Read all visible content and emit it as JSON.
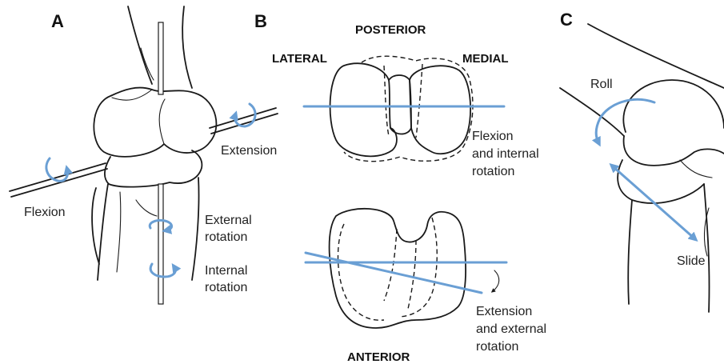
{
  "colors": {
    "accent_blue": "#6a9fd4",
    "ink": "#1a1a1a"
  },
  "panels": {
    "a": {
      "letter": "A",
      "labels": {
        "extension": "Extension",
        "flexion": "Flexion",
        "external_rotation_1": "External",
        "external_rotation_2": "rotation",
        "internal_rotation_1": "Internal",
        "internal_rotation_2": "rotation"
      }
    },
    "b": {
      "letter": "B",
      "labels": {
        "posterior": "POSTERIOR",
        "lateral": "LATERAL",
        "medial": "MEDIAL",
        "anterior": "ANTERIOR",
        "flexion_internal_1": "Flexion",
        "flexion_internal_2": "and internal",
        "flexion_internal_3": "rotation",
        "extension_external_1": "Extension",
        "extension_external_2": "and external",
        "extension_external_3": "rotation"
      }
    },
    "c": {
      "letter": "C",
      "labels": {
        "roll": "Roll",
        "slide": "Slide"
      }
    }
  }
}
